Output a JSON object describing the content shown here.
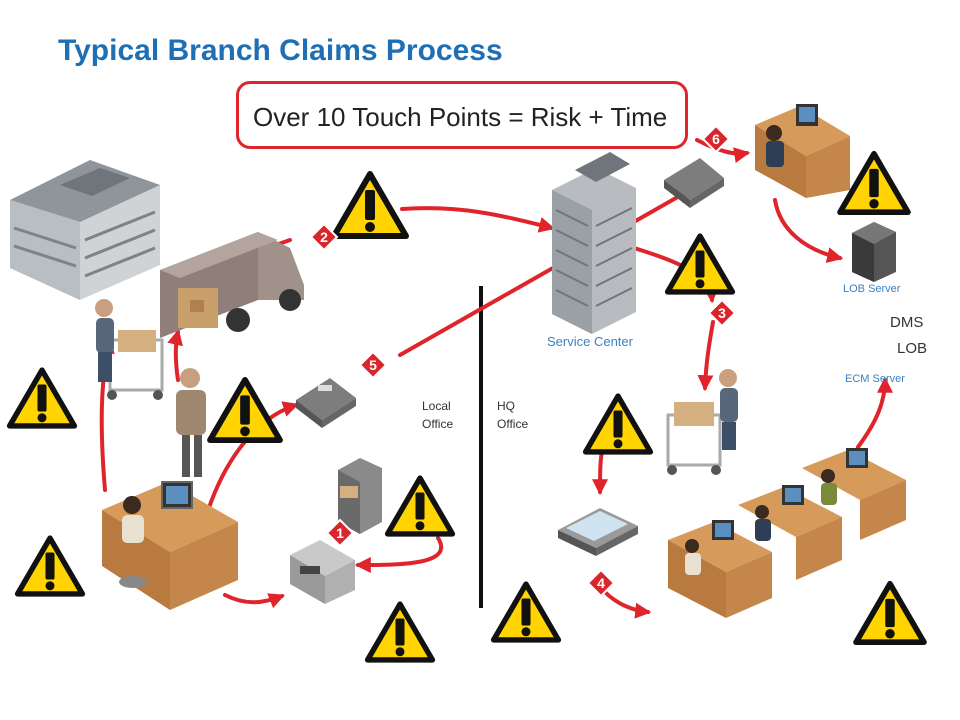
{
  "title": "Typical Branch Claims Process",
  "callout": "Over 10 Touch Points = Risk + Time",
  "labels": {
    "service_center": "Service Center",
    "lob_server": "LOB Server",
    "dms": "DMS",
    "lob": "LOB",
    "ecm_server": "ECM Server",
    "local": "Local",
    "local_office": "Office",
    "hq": "HQ",
    "hq_office": "Office"
  },
  "steps": [
    "1",
    "2",
    "3",
    "4",
    "5",
    "6"
  ],
  "colors": {
    "accent": "#e0242b",
    "title": "#1f6fb5",
    "warning": "#ffd400",
    "label_blue": "#3b7fc4"
  },
  "icons": [
    "warning-icon",
    "building-icon",
    "van-icon",
    "tower-icon",
    "fax-icon",
    "scanner-icon",
    "copier-icon",
    "server-icon",
    "filing-cabinet-icon",
    "desk-worker-icon",
    "cart-worker-icon",
    "businessman-icon"
  ]
}
